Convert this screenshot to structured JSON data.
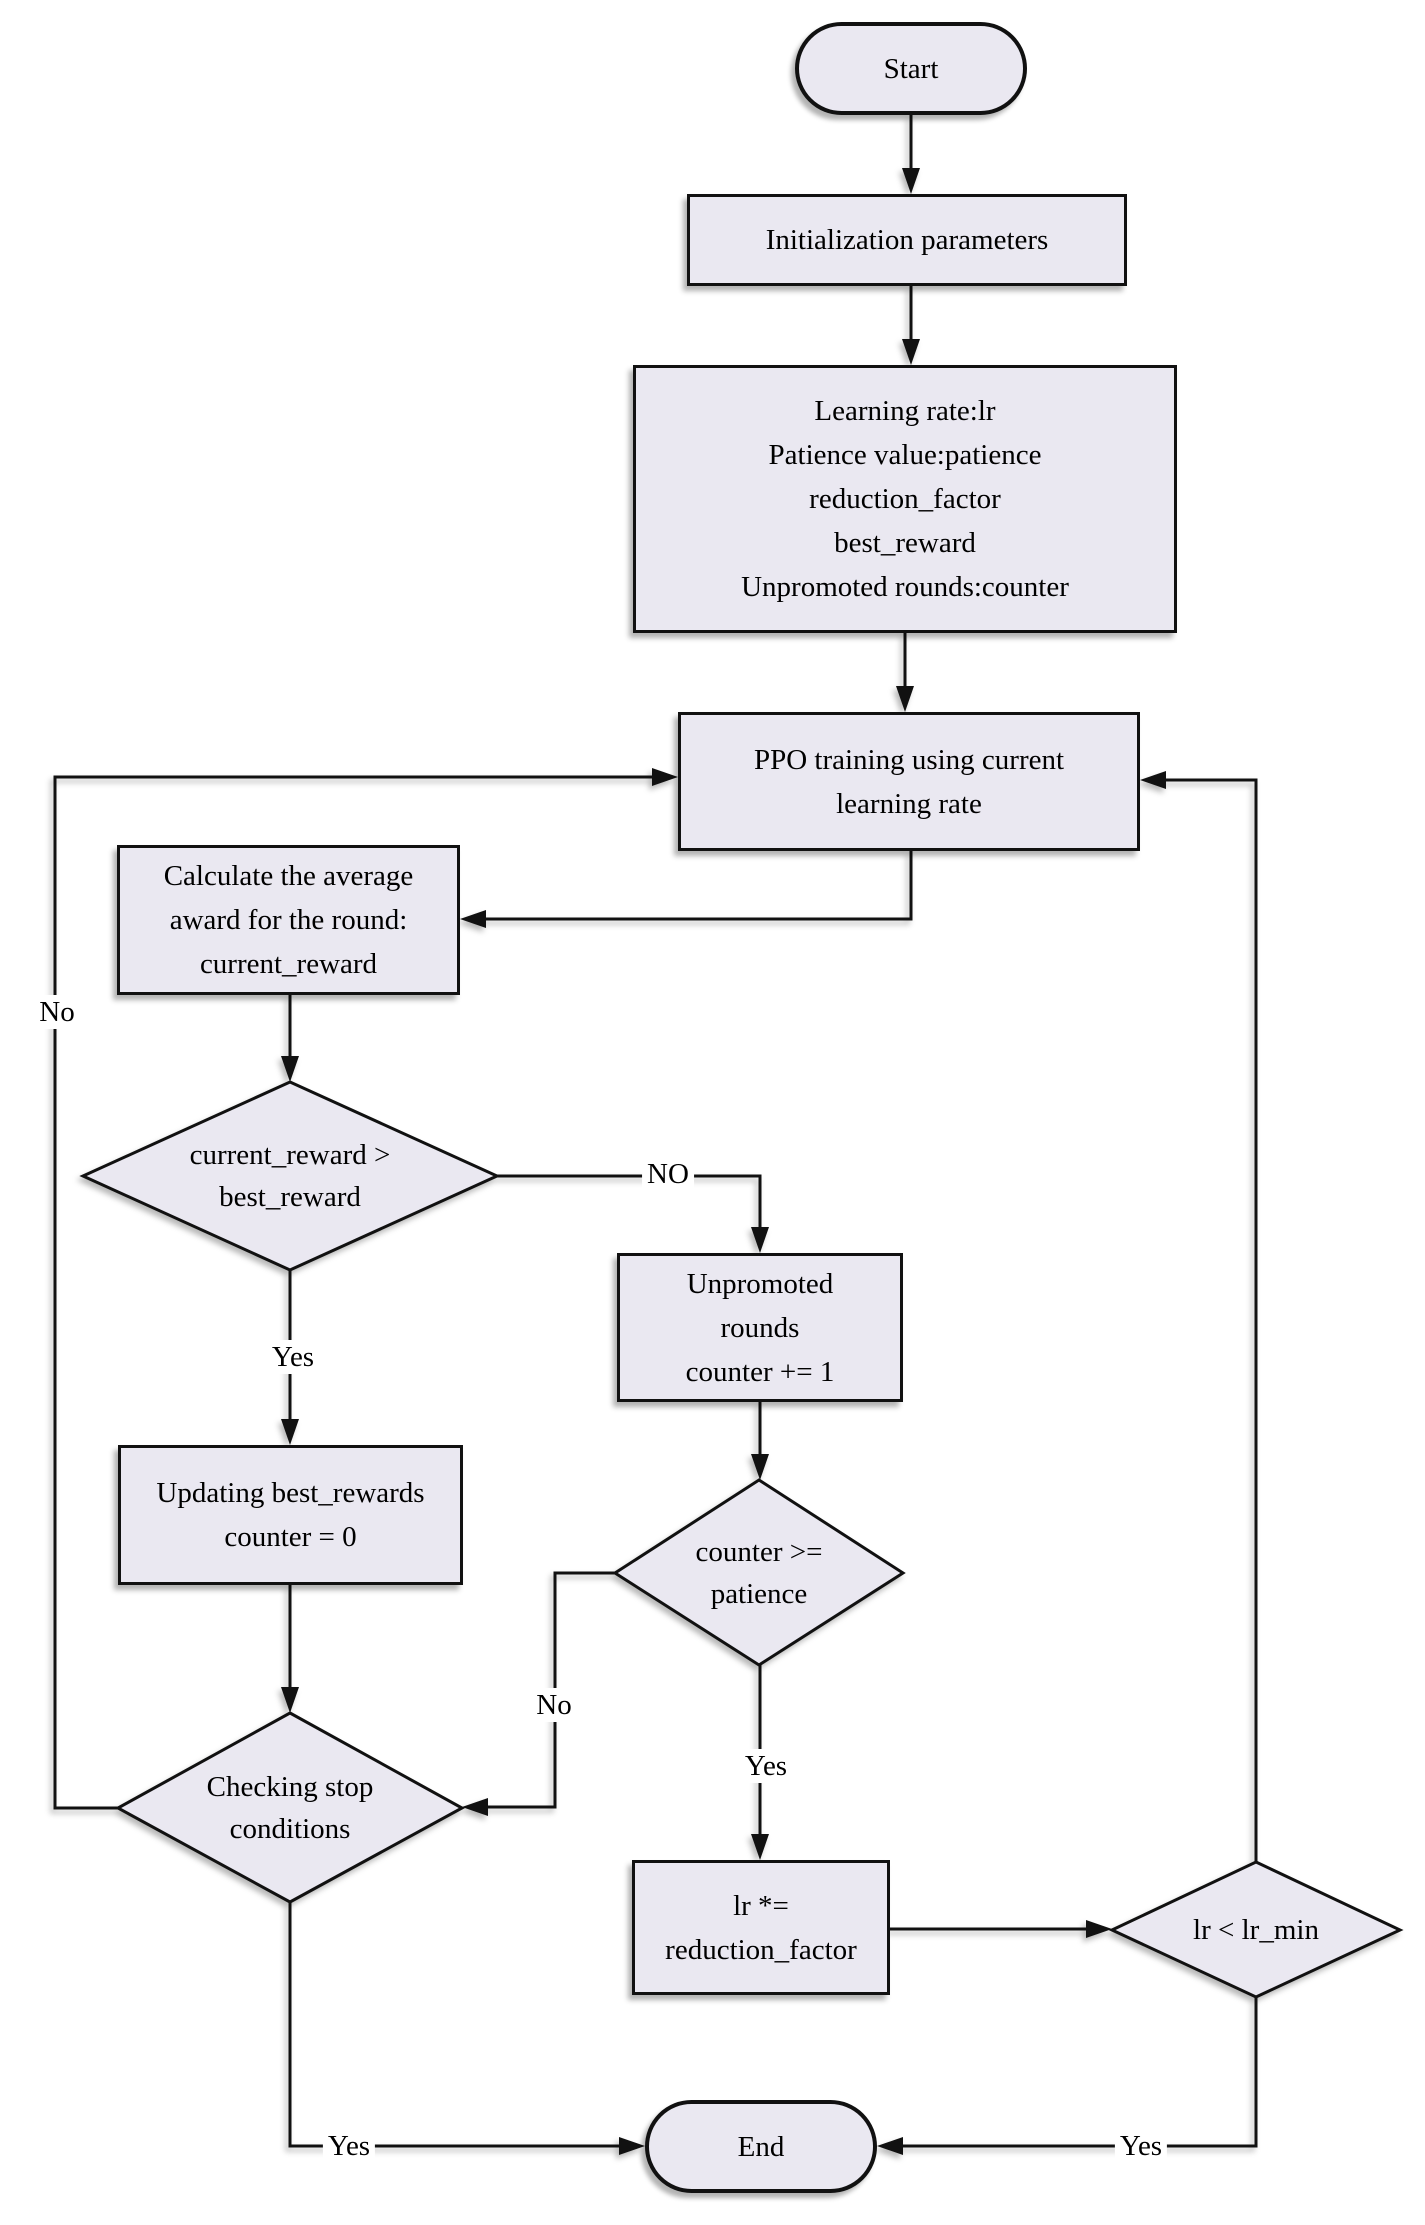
{
  "nodes": {
    "start": {
      "label": "Start"
    },
    "init": {
      "label": "Initialization parameters"
    },
    "params": {
      "lines": [
        "Learning rate:lr",
        "Patience value:patience",
        "reduction_factor",
        "best_reward",
        "Unpromoted rounds:counter"
      ]
    },
    "ppo": {
      "lines": [
        "PPO training using current",
        "learning rate"
      ]
    },
    "calc": {
      "lines": [
        "Calculate the average",
        "award for the round:",
        "current_reward"
      ]
    },
    "decision_reward": {
      "lines": [
        "current_reward >",
        "best_reward"
      ]
    },
    "unpromoted": {
      "lines": [
        "Unpromoted",
        "rounds",
        "counter += 1"
      ]
    },
    "decision_patience": {
      "lines": [
        "counter >=",
        "patience"
      ]
    },
    "updating": {
      "lines": [
        "Updating best_rewards",
        "counter = 0"
      ]
    },
    "decision_stop": {
      "lines": [
        "Checking stop",
        "conditions"
      ]
    },
    "reduce_lr": {
      "lines": [
        "lr *=",
        "reduction_factor"
      ]
    },
    "decision_lrmin": {
      "label": "lr < lr_min"
    },
    "end": {
      "label": "End"
    }
  },
  "edge_labels": {
    "stop_no": "No",
    "reward_no": "NO",
    "reward_yes": "Yes",
    "patience_no": "No",
    "patience_yes": "Yes",
    "stop_yes": "Yes",
    "lrmin_yes": "Yes"
  },
  "colors": {
    "node_fill": "#EAE8F1",
    "stroke": "#111111",
    "background": "#FFFFFF"
  }
}
